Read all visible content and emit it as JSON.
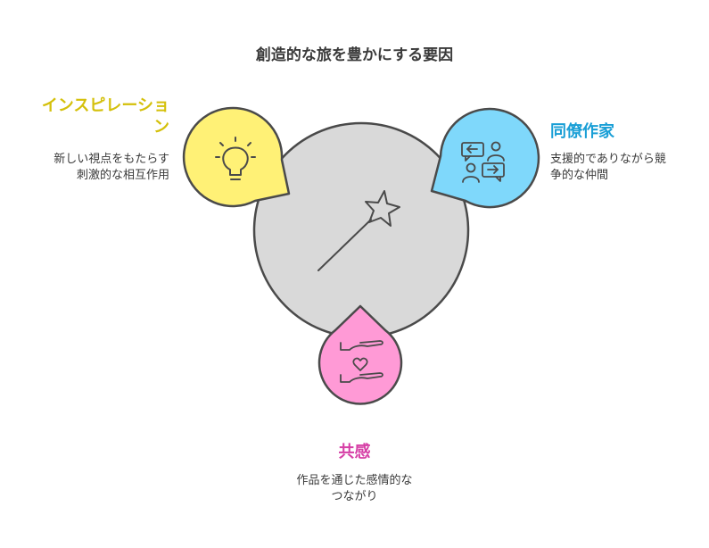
{
  "title": "創造的な旅を豊かにする要因",
  "colors": {
    "center": "#d9d9d9",
    "inspiration": "#fff176",
    "inspiration_text": "#d4c00a",
    "colleagues": "#7fd8fb",
    "colleagues_text": "#1a9fd6",
    "empathy": "#ff9ad6",
    "empathy_text": "#d63fa6",
    "stroke": "#4a4a4a"
  },
  "factors": [
    {
      "id": "inspiration",
      "heading_line1": "インスピレーショ",
      "heading_line2": "ン",
      "desc_line1": "新しい視点をもたらす",
      "desc_line2": "刺激的な相互作用",
      "icon": "lightbulb-icon"
    },
    {
      "id": "colleagues",
      "heading_line1": "同僚作家",
      "desc_line1": "支援的でありながら競",
      "desc_line2": "争的な仲間",
      "icon": "conversation-icon"
    },
    {
      "id": "empathy",
      "heading_line1": "共感",
      "desc_line1": "作品を通じた感情的な",
      "desc_line2": "つながり",
      "icon": "hand-heart-icon"
    }
  ],
  "center_icon": "magic-wand-icon"
}
